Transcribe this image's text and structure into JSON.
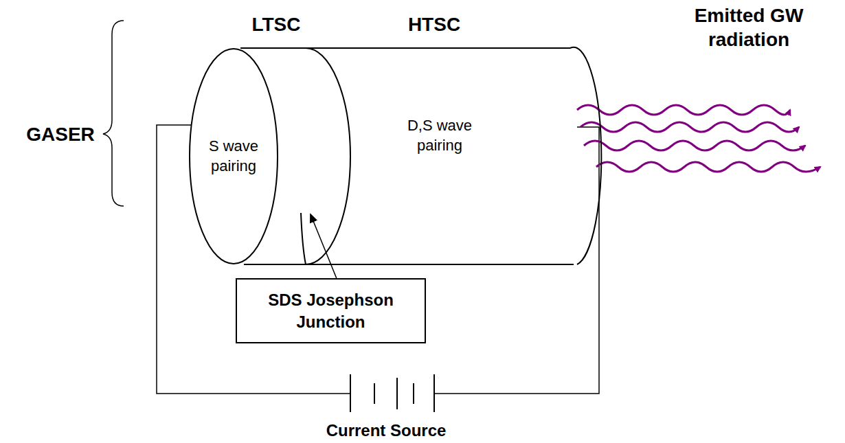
{
  "diagram": {
    "nodes": [
      {
        "text": [
          "S wave pairing"
        ]
      },
      {
        "text": [
          "D,S wave pairing"
        ]
      },
      {
        "text": [
          "SDS Josephson Junction"
        ]
      }
    ],
    "edges": [
      {
        "from": 2,
        "to": 1,
        "arrow": "to"
      }
    ],
    "labels": [
      "LTSC",
      "HTSC",
      "GASER",
      "Emitted GW radiation",
      "Current Source"
    ]
  }
}
